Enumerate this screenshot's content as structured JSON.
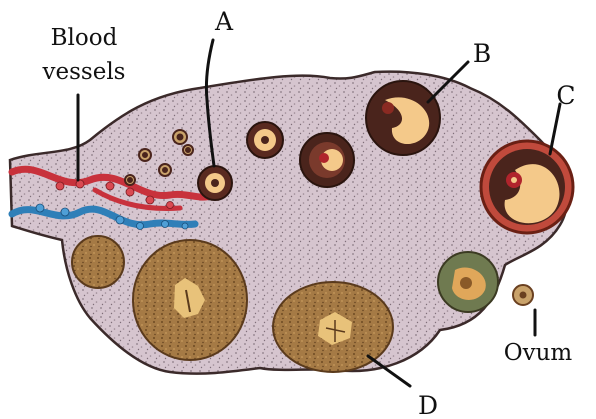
{
  "labels": {
    "a": "A",
    "b": "B",
    "c": "C",
    "d": "D",
    "blood_vessels_line1": "Blood",
    "blood_vessels_line2": "vessels",
    "ovum": "Ovum"
  },
  "colors": {
    "stroma": "#d6c5cf",
    "stroma_edge": "#3b2a2a",
    "artery": "#c8323c",
    "vein": "#2f7fb8",
    "follicle_dark": "#4a241c",
    "antrum": "#f4c98a",
    "corpus": "#a57a45"
  }
}
